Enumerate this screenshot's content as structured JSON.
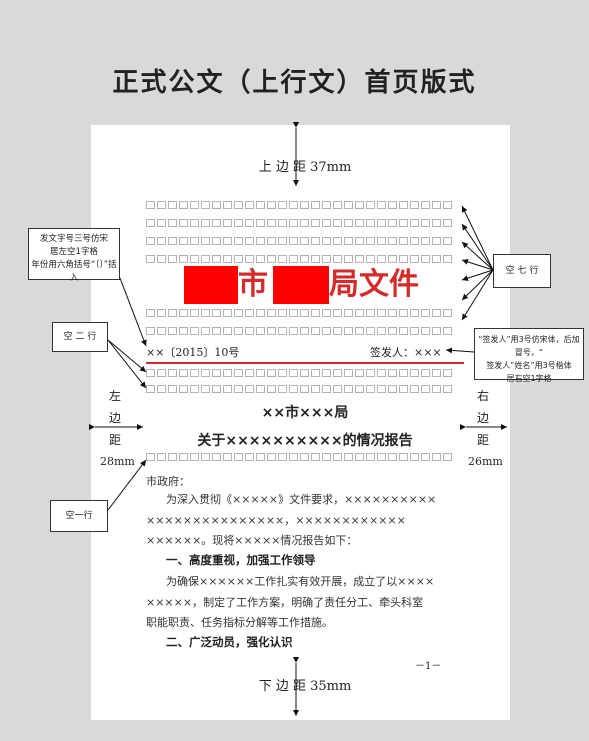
{
  "title": "正式公文（上行文）首页版式",
  "top_margin": {
    "label": "上 边 距 37mm"
  },
  "bottom_margin": {
    "label": "下 边 距 35mm"
  },
  "left_margin": {
    "lines": [
      "左",
      "边",
      "距",
      "28mm"
    ]
  },
  "right_margin": {
    "lines": [
      "右",
      "边",
      "距",
      "26mm"
    ]
  },
  "header": {
    "part1": "市",
    "part2": "局文件",
    "color": "#d62a2a",
    "redaction_color": "#ff0000"
  },
  "doc_number": "××〔2015〕10号",
  "signer": "签发人：×××",
  "issuer": "××市×××局",
  "doc_title": "关于××××××××××的情况报告",
  "recipient": "市政府：",
  "body": {
    "line1": "为深入贯彻《×××××》文件要求，××××××××××",
    "line2": "×××××××××××××××，××××××××××××",
    "line3": "××××××。现将×××××情况报告如下：",
    "heading1": "一、高度重视，加强工作领导",
    "line4": "为确保××××××工作扎实有效开展，成立了以××××",
    "line5": "×××××，制定了工作方案，明确了责任分工、牵头科室",
    "line6": "职能职责、任务指标分解等工作措施。",
    "heading2": "二、广泛动员，强化认识"
  },
  "page_number": "－1－",
  "annotations": {
    "doc_number_note": [
      "发文字号三号仿宋",
      "居左空1字格",
      "年份用六角括号“〔〕”括入"
    ],
    "kong_er_hang": "空 二 行",
    "kong_yi_hang": "空一行",
    "kong_qi_hang": "空 七 行",
    "signer_note": [
      "“签发人”用3号仿宋体，后加冒号，“",
      "签发人”姓名”用3号楷体",
      "居右空1字格"
    ]
  }
}
